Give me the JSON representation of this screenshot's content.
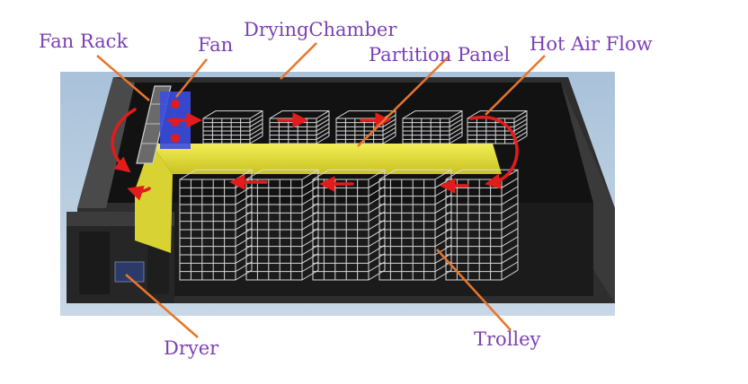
{
  "labels": {
    "fan_rack": "Fan Rack",
    "fan": "Fan",
    "drying_chamber": "DryingChamber",
    "partition_panel": "Partition Panel",
    "hot_air_flow": "Hot Air Flow",
    "dryer": "Dryer",
    "trolley": "Trolley"
  },
  "colors": {
    "label_text": "#7b3fb6",
    "leader_line": "#e8762a",
    "chamber_wall": "#2b2b2b",
    "chamber_interior": "#141414",
    "background_panel": "#b7cde0",
    "partition_panel": "#e9e43a",
    "air_flow": "#e21c1c",
    "rack_wire": "#d8d8d8",
    "fan_blue": "#3b4ee0"
  },
  "icons": {
    "air_arrow": "arrow-icon",
    "fan": "fan-icon"
  }
}
